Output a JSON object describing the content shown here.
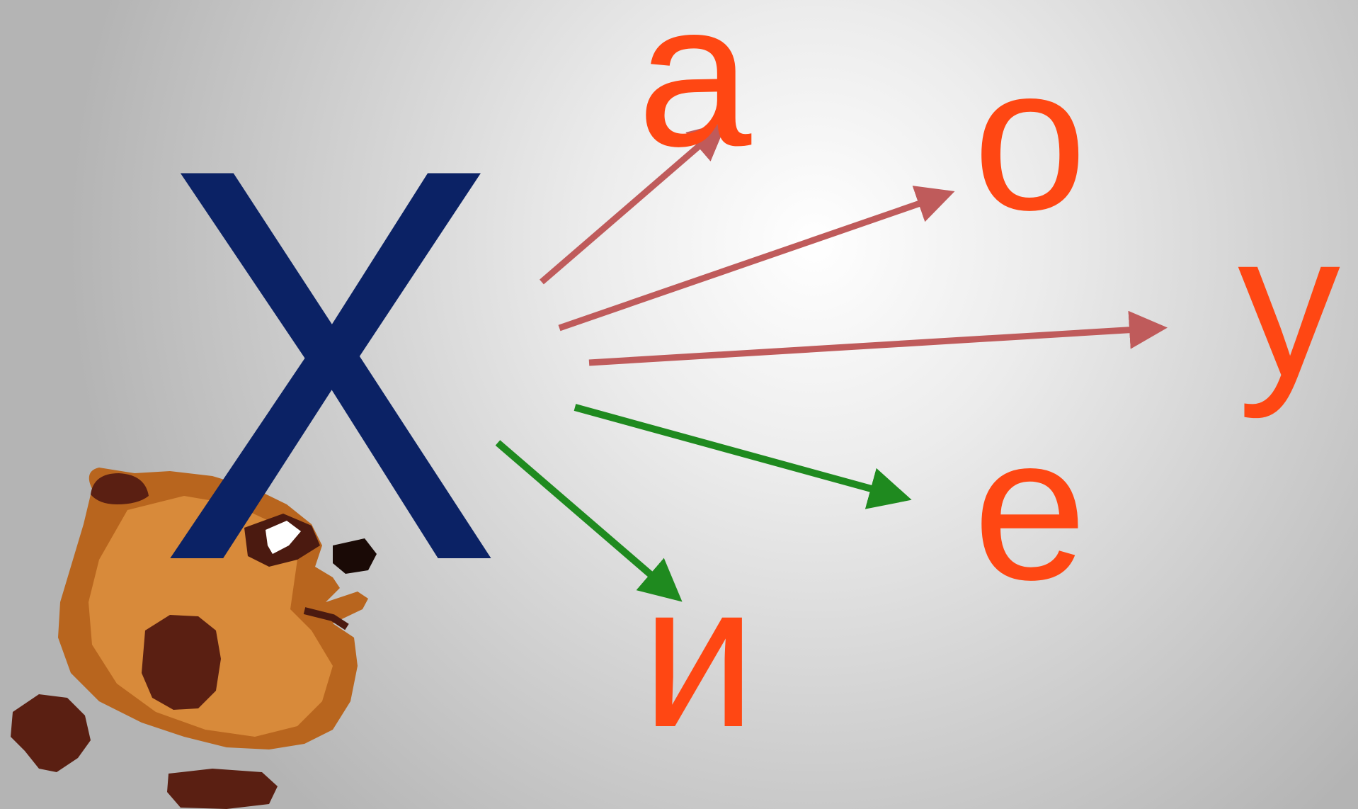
{
  "consonant": "Х",
  "vowels": {
    "a": "а",
    "o": "о",
    "u": "у",
    "e": "е",
    "i": "и"
  },
  "colors": {
    "consonant": "#0b2265",
    "vowel": "#ff4713",
    "arrow_hard": "#bf5b5b",
    "arrow_soft": "#1f8a1f"
  },
  "arrows": [
    {
      "target": "а",
      "color_group": "arrow_hard"
    },
    {
      "target": "о",
      "color_group": "arrow_hard"
    },
    {
      "target": "у",
      "color_group": "arrow_hard"
    },
    {
      "target": "е",
      "color_group": "arrow_soft"
    },
    {
      "target": "и",
      "color_group": "arrow_soft"
    }
  ],
  "icons": [
    "beaver-character-icon"
  ]
}
